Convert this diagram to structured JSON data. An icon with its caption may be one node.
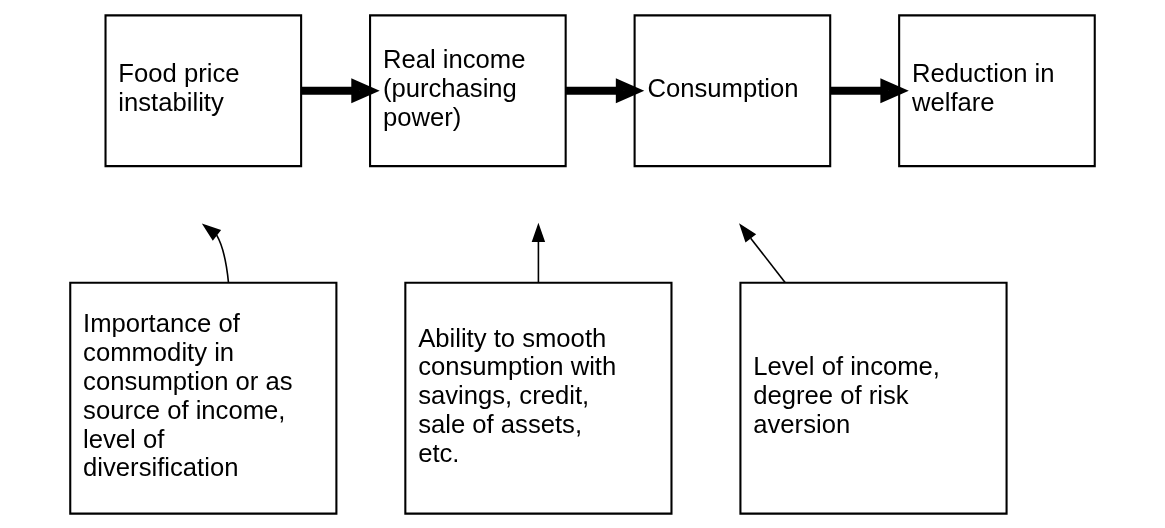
{
  "diagram": {
    "nodes": [
      {
        "text": [
          "Food price instability"
        ]
      },
      {
        "text": [
          "Real income (purchasing power)"
        ]
      },
      {
        "text": [
          "Consumption"
        ]
      },
      {
        "text": [
          "Reduction in welfare"
        ]
      },
      {
        "text": [
          "Importance of commodity in consumption or as source of income, level of diversification"
        ]
      },
      {
        "text": [
          "Ability to smooth consumption with savings, credit, sale of assets, etc."
        ]
      },
      {
        "text": [
          "Level of income, degree of risk aversion"
        ]
      }
    ],
    "edges": [
      {
        "from": 0,
        "to": 1,
        "arrow": "to",
        "style": "thick"
      },
      {
        "from": 1,
        "to": 2,
        "arrow": "to",
        "style": "thick"
      },
      {
        "from": 2,
        "to": 3,
        "arrow": "to",
        "style": "thick"
      },
      {
        "from": 4,
        "to": null,
        "arrow": "to"
      },
      {
        "from": 5,
        "to": null,
        "arrow": "to"
      },
      {
        "from": 6,
        "to": null,
        "arrow": "to"
      }
    ]
  }
}
